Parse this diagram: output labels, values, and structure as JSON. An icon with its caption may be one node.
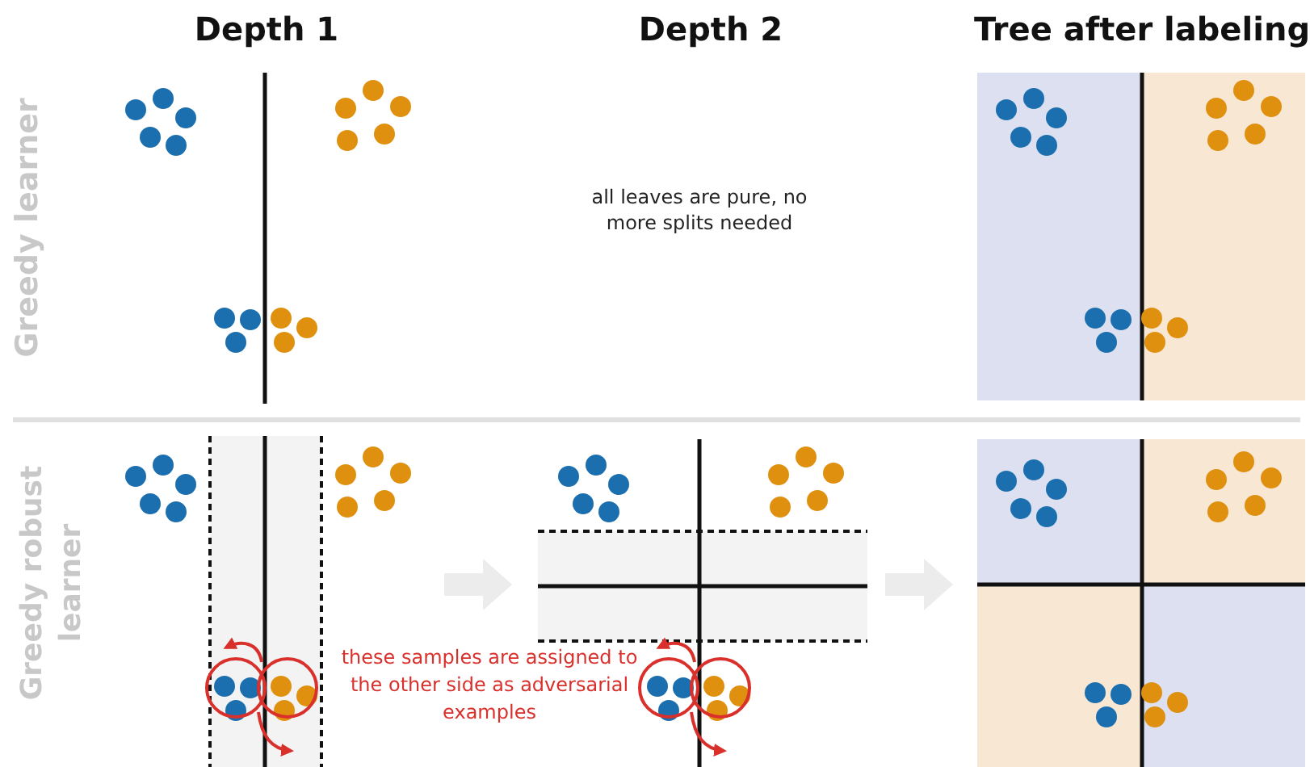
{
  "diagram": {
    "labels": [
      "Depth 1",
      "Depth 2",
      "Tree after labeling",
      "Greedy learner",
      "Greedy robust learner",
      "all leaves are pure, no more splits needed",
      "these samples are assigned to the other side as adversarial examples"
    ]
  }
}
